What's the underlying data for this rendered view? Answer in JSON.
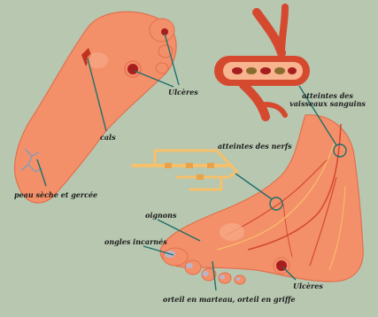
{
  "labels": {
    "calluses": "cals",
    "ulcers_top": "Ulcères",
    "dry_skin": "peau sèche et gercée",
    "vessels_line1": "atteintes des",
    "vessels_line2": "vaisseaux sanguins",
    "nerves": "atteintes des nerfs",
    "bunions": "oignons",
    "ingrown_nails": "ongles incarnés",
    "ulcers_bottom": "Ulcères",
    "toes": "orteil en marteau, orteil en griffe"
  },
  "colors": {
    "background": "#b7c7b0",
    "skin": "#f3906a",
    "skin_dark": "#e2704d",
    "vessel": "#d5492f",
    "nerve": "#f7c06a",
    "ulcer": "#a61e1e",
    "pointer": "#1f6f6b"
  }
}
